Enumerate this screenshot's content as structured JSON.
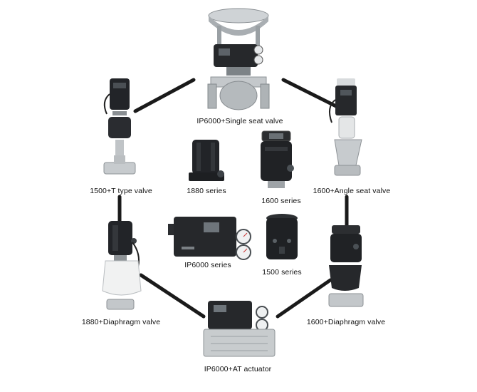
{
  "labels": {
    "single_seat": "IP6000+Single seat valve",
    "t_type": "1500+T type valve",
    "angle_seat": "1600+Angle seat valve",
    "s1880": "1880 series",
    "s1600": "1600 series",
    "ip6000": "IP6000 series",
    "s1500": "1500 series",
    "diaphragm_1880": "1880+Diaphragm valve",
    "diaphragm_1600": "1600+Diaphragm valve",
    "at_actuator": "IP6000+AT actuator"
  },
  "colors": {
    "link": "#1a1a1a",
    "dark_body": "#1f2124",
    "steel": "#b9bdc1",
    "white_body": "#eceeee"
  }
}
